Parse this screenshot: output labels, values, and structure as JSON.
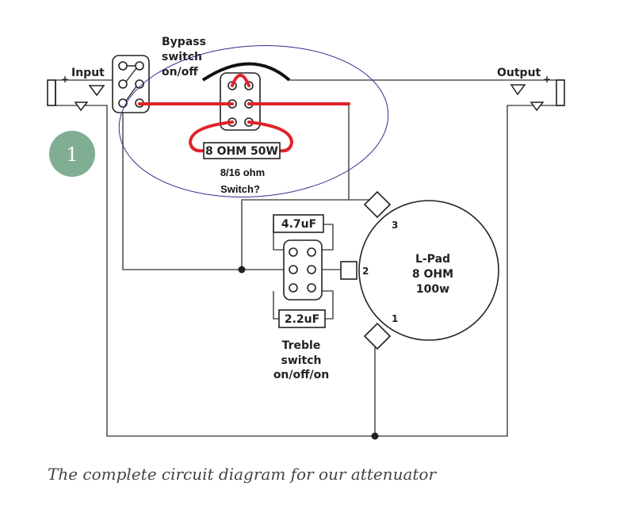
{
  "colors": {
    "wire": "#555555",
    "red_wire": "#e0232b",
    "ellipse": "#2b2f8a",
    "badge": "#7fae93",
    "caption": "#444444"
  },
  "badge": {
    "number": "1"
  },
  "labels": {
    "bypass_line1": "Bypass",
    "bypass_line2": "switch",
    "bypass_line3": "on/off",
    "input": "Input",
    "output": "Output",
    "input_plus": "+",
    "output_plus": "+",
    "resistor": "8 OHM 50W",
    "ohm_switch_line1": "8/16 ohm",
    "ohm_switch_line2": "Switch?",
    "cap_top": "4.7uF",
    "cap_bottom": "2.2uF",
    "treble_line1": "Treble",
    "treble_line2": "switch",
    "treble_line3": "on/off/on",
    "lpad_line1": "L-Pad",
    "lpad_line2": "8 OHM",
    "lpad_line3": "100w",
    "pin1": "1",
    "pin2": "2",
    "pin3": "3"
  },
  "caption": "The complete circuit diagram for our attenuator"
}
